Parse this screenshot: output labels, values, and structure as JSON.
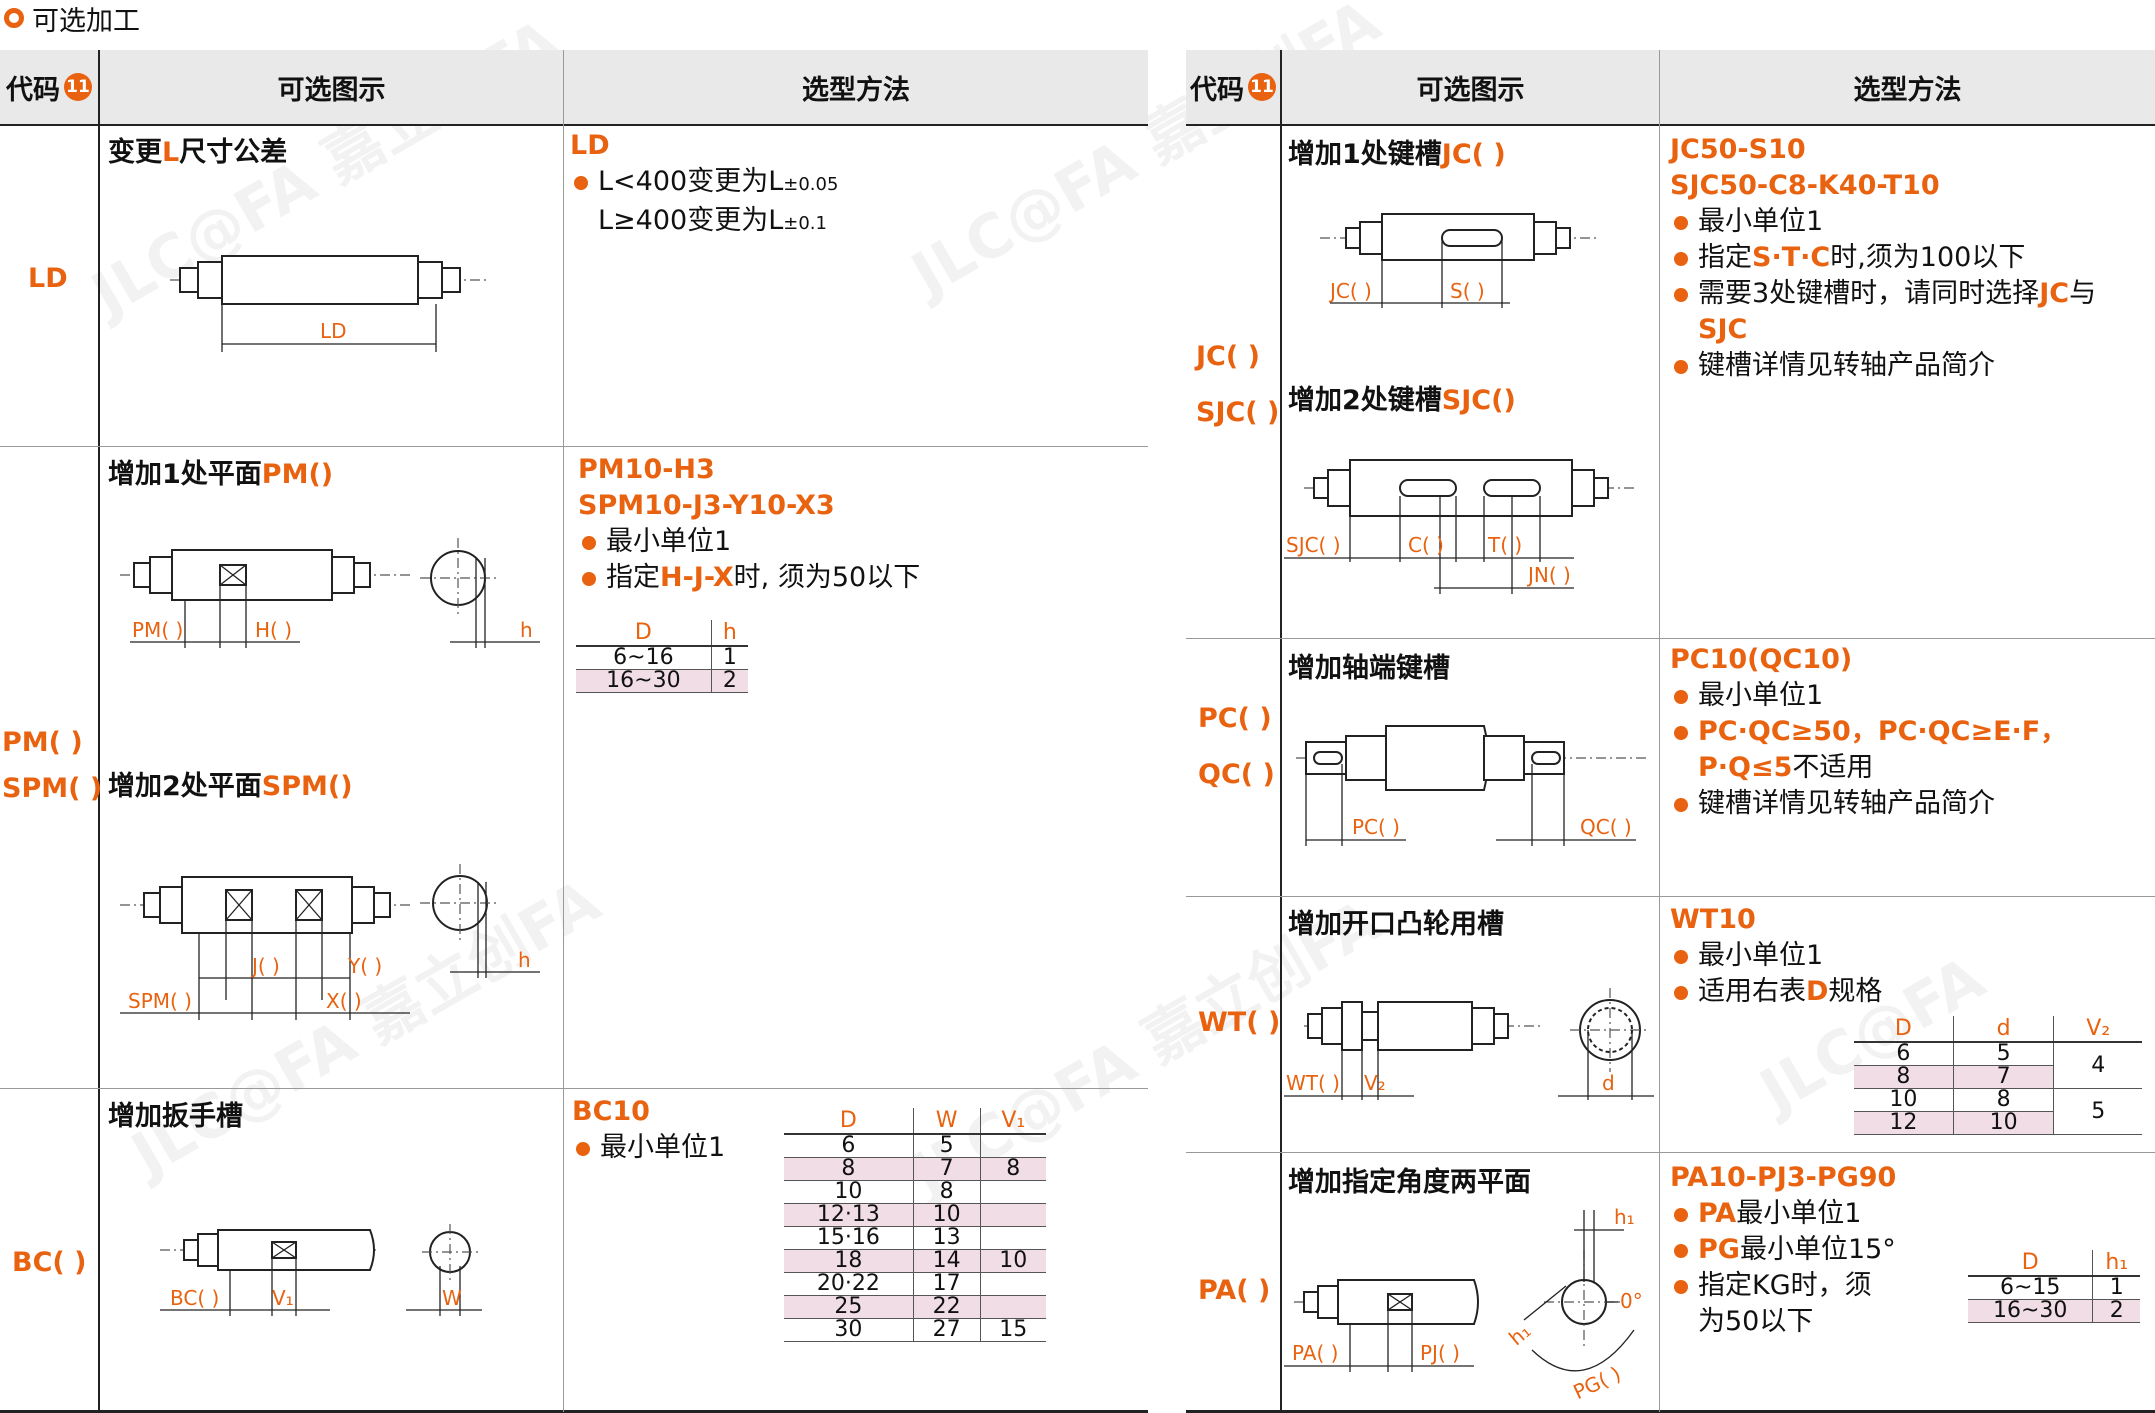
{
  "section_title": "可选加工",
  "header": {
    "code": "代码",
    "badge": "11",
    "diagram": "可选图示",
    "method": "选型方法"
  },
  "left": {
    "rows": [
      {
        "code": "LD",
        "title_a": "变更",
        "title_b": "L",
        "title_c": "尺寸公差",
        "sel_head": "LD",
        "b1a": "L<400变更为L",
        "b1s": "±0.05",
        "b2a": "L≥400变更为L",
        "b2s": "±0.1",
        "dim_ld": "LD"
      },
      {
        "code1": "PM( )",
        "code2": "SPM( )",
        "t1a": "增加1处平面",
        "t1b": "PM()",
        "t2a": "增加2处平面",
        "t2b": "SPM()",
        "s1": "PM10-H3",
        "s2": "SPM10-J3-Y10-X3",
        "b1": "最小单位1",
        "b2a": "指定",
        "b2b": "H-J-X",
        "b2c": "时, 须为50以下",
        "tbl": {
          "h": [
            "D",
            "h"
          ],
          "r": [
            [
              "6~16",
              "1"
            ],
            [
              "16~30",
              "2"
            ]
          ]
        },
        "lbl": {
          "pm": "PM( )",
          "h1": "H( )",
          "h": "h",
          "j": "J( )",
          "y": "Y( )",
          "spm": "SPM( )",
          "x": "X( )",
          "h2": "h"
        }
      },
      {
        "code": "BC( )",
        "title": "增加扳手槽",
        "s1": "BC10",
        "b1": "最小单位1",
        "tbl": {
          "h": [
            "D",
            "W",
            "V₁"
          ],
          "r": [
            [
              "6",
              "5",
              ""
            ],
            [
              "8",
              "7",
              "8"
            ],
            [
              "10",
              "8",
              ""
            ],
            [
              "12·13",
              "10",
              ""
            ],
            [
              "15·16",
              "13",
              ""
            ],
            [
              "18",
              "14",
              "10"
            ],
            [
              "20·22",
              "17",
              ""
            ],
            [
              "25",
              "22",
              ""
            ],
            [
              "30",
              "27",
              "15"
            ]
          ]
        },
        "lbl": {
          "bc": "BC( )",
          "v1": "V₁",
          "w": "W"
        }
      }
    ]
  },
  "right": {
    "rows": [
      {
        "code1": "JC( )",
        "code2": "SJC( )",
        "t1a": "增加1处键槽",
        "t1b": "JC(  )",
        "t2a": "增加2处键槽",
        "t2b": "SJC()",
        "s1": "JC50-S10",
        "s2": "SJC50-C8-K40-T10",
        "b1": "最小单位1",
        "b2a": "指定",
        "b2b": "S·T·C",
        "b2c": "时,须为100以下",
        "b3a": "需要3处键槽时，请同时选择",
        "b3b": "JC",
        "b3c": "与",
        "b3d": "SJC",
        "b4": "键槽详情见转轴产品简介",
        "lbl": {
          "jc": "JC( )",
          "s": "S( )",
          "sjc": "SJC( )",
          "c": "C( )",
          "t": "T( )",
          "jn": "JN( )"
        }
      },
      {
        "code1": "PC( )",
        "code2": "QC( )",
        "title": "增加轴端键槽",
        "s1": "PC10(QC10)",
        "b1": "最小单位1",
        "b2a": "PC·QC≥50，PC·QC≥E·F，",
        "b2b": "P·Q≤5",
        "b2c": "不适用",
        "b3": "键槽详情见转轴产品简介",
        "lbl": {
          "pc": "PC( )",
          "qc": "QC( )"
        }
      },
      {
        "code": "WT( )",
        "title": "增加开口凸轮用槽",
        "s1": "WT10",
        "b1": "最小单位1",
        "b2a": "适用右表",
        "b2b": "D",
        "b2c": "规格",
        "tbl": {
          "h": [
            "D",
            "d",
            "V₂"
          ],
          "r": [
            [
              "6",
              "5",
              "4"
            ],
            [
              "8",
              "7",
              ""
            ],
            [
              "10",
              "8",
              "5"
            ],
            [
              "12",
              "10",
              ""
            ]
          ]
        },
        "lbl": {
          "wt": "WT( )",
          "v2": "V₂",
          "d": "d"
        }
      },
      {
        "code": "PA( )",
        "title": "增加指定角度两平面",
        "s1": "PA10-PJ3-PG90",
        "b1a": "PA",
        "b1b": "最小单位1",
        "b2a": "PG",
        "b2b": "最小单位15°",
        "b3a": "指定KG时，须",
        "b3b": "为50以下",
        "tbl": {
          "h": [
            "D",
            "h₁"
          ],
          "r": [
            [
              "6~15",
              "1"
            ],
            [
              "16~30",
              "2"
            ]
          ]
        },
        "lbl": {
          "pa": "PA( )",
          "pj": "PJ( )",
          "pg": "PG( )",
          "h1": "h₁",
          "h1b": "h₁",
          "deg": "0°"
        }
      }
    ]
  }
}
